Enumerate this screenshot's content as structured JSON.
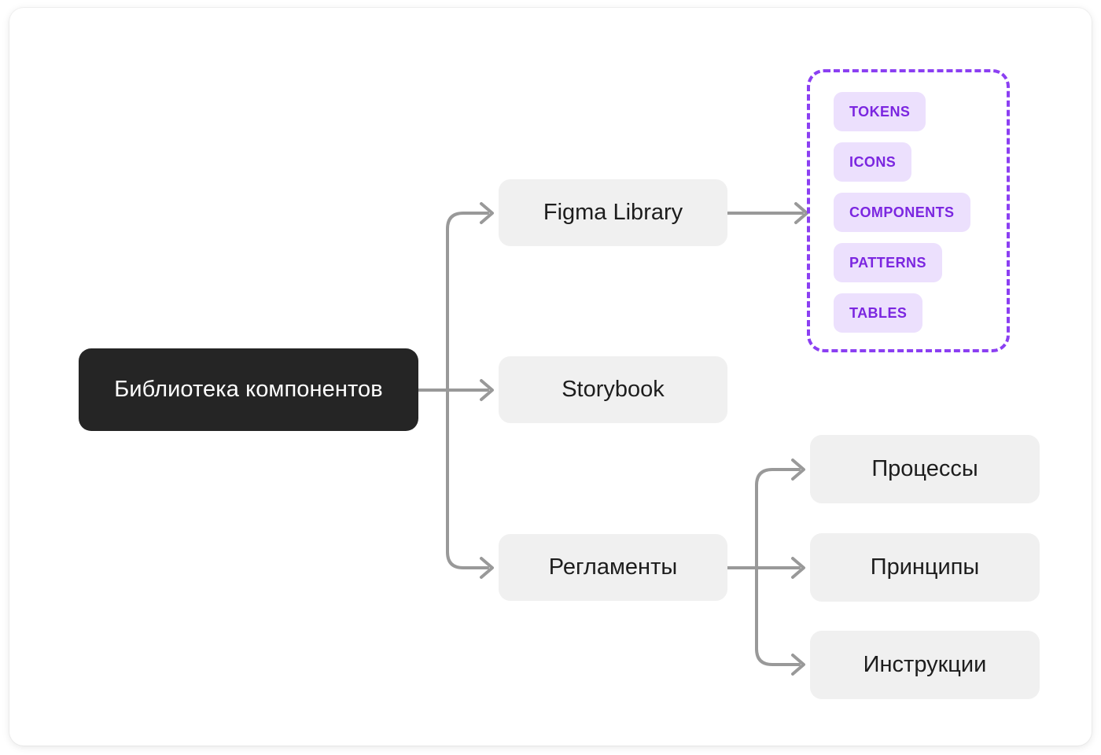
{
  "diagram": {
    "type": "tree-mindmap",
    "orientation": "left-to-right",
    "colors": {
      "root_bg": "#252525",
      "root_text": "#ffffff",
      "node_bg": "#f0f0f0",
      "node_text": "#1d1d1d",
      "connector": "#999999",
      "group_border": "#8b3ff2",
      "chip_bg": "#ece0fd",
      "chip_text": "#7b26e0",
      "canvas_bg": "#ffffff"
    },
    "root": {
      "label": "Библиотека компонентов"
    },
    "branches": [
      {
        "label": "Figma Library"
      },
      {
        "label": "Storybook"
      },
      {
        "label": "Регламенты"
      }
    ],
    "leaves": [
      {
        "label": "Процессы"
      },
      {
        "label": "Принципы"
      },
      {
        "label": "Инструкции"
      }
    ],
    "group": {
      "chips": [
        {
          "label": "TOKENS"
        },
        {
          "label": "ICONS"
        },
        {
          "label": "COMPONENTS"
        },
        {
          "label": "PATTERNS"
        },
        {
          "label": "TABLES"
        }
      ]
    }
  }
}
